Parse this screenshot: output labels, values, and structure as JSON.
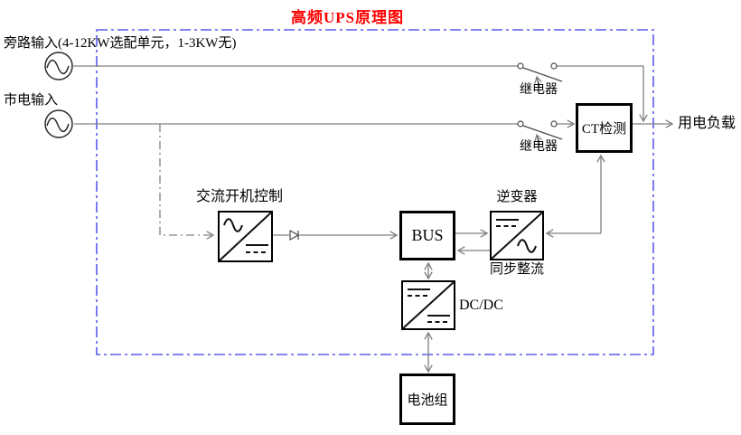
{
  "title": "高频UPS原理图",
  "colors": {
    "title_red": "#ff0000",
    "boundary_blue": "#5a5af0",
    "wire_gray": "#808080",
    "box_black": "#000000"
  },
  "inputs": {
    "bypass_label": "旁路输入(4-12KW选配单元，1-3KW无)",
    "mains_label": "市电输入"
  },
  "relays": {
    "relay1_label": "继电器",
    "relay2_label": "继电器"
  },
  "blocks": {
    "ac_start_control": "交流开机控制",
    "bus": "BUS",
    "inverter_label": "逆变器",
    "sync_rectifier_label": "同步整流",
    "ct_detect": "CT检测",
    "dc_dc": "DC/DC",
    "battery": "电池组"
  },
  "output": {
    "load_label": "用电负载"
  }
}
